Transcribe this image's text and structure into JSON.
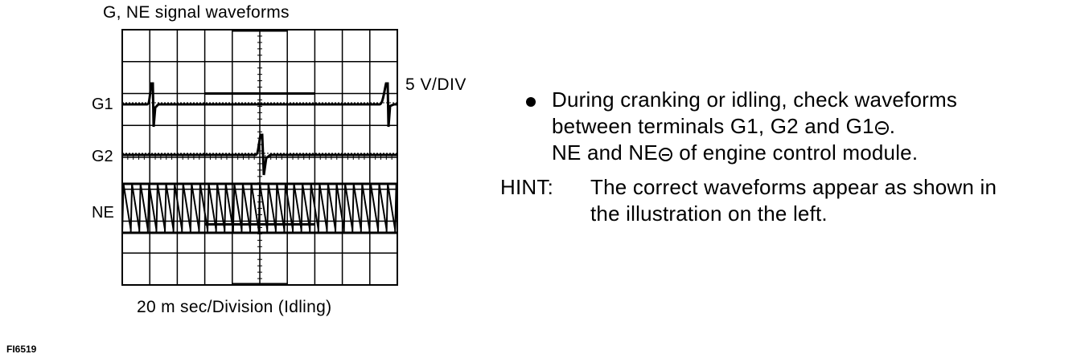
{
  "figure": {
    "title": "G, NE signal waveforms",
    "traces": [
      {
        "name": "G1"
      },
      {
        "name": "G2"
      },
      {
        "name": "NE"
      }
    ],
    "vertical_scale": "5 V/DIV",
    "time_scale": "20 m sec/Division (Idling)",
    "figure_id": "FI6519",
    "grid": {
      "columns": 10,
      "rows": 8
    }
  },
  "notes": {
    "bullet_lines": [
      "During cranking or idling, check waveforms",
      "between terminals G1, G2 and G1",
      "NE and NE",
      " of engine control module."
    ],
    "bullet_line2_suffix": ".",
    "hint_label": "HINT:",
    "hint_lines": [
      "The correct waveforms appear as shown in",
      "the illustration on the left."
    ]
  }
}
